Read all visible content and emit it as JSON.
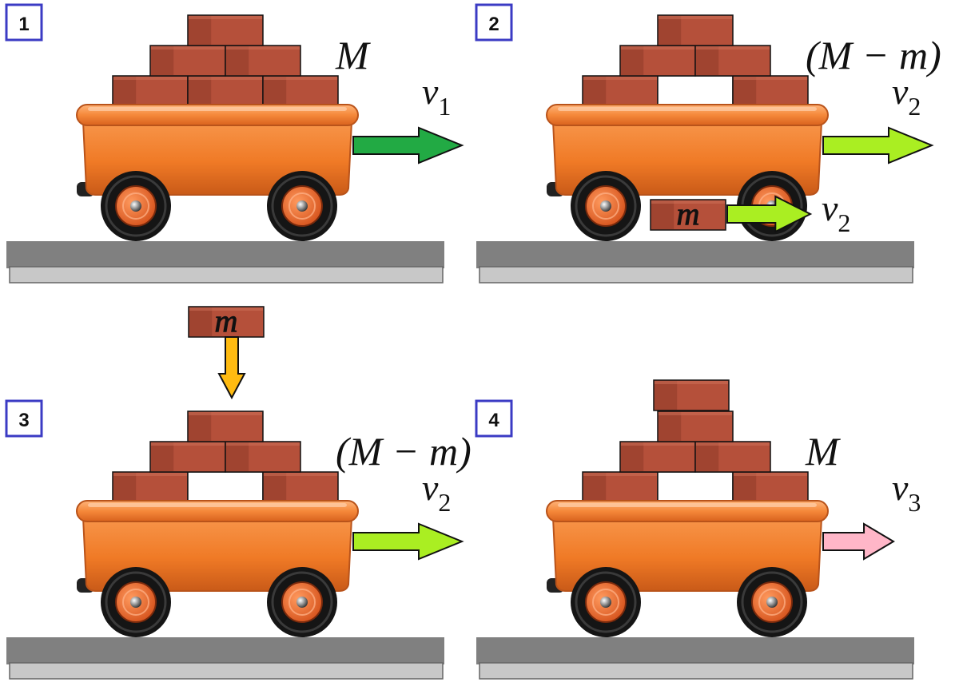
{
  "panels": [
    {
      "number": "1",
      "mass_label": "M",
      "velocity": {
        "symbol": "v",
        "subscript": "1"
      },
      "arrow_color": "#22aa44",
      "missing_brick": false,
      "extra_top_brick": false
    },
    {
      "number": "2",
      "mass_label": "(M − m)",
      "velocity": {
        "symbol": "v",
        "subscript": "2"
      },
      "arrow_color": "#aaee22",
      "missing_brick": true,
      "extra_top_brick": false,
      "ejected_brick": {
        "label": "m",
        "velocity": {
          "symbol": "v",
          "subscript": "2"
        },
        "arrow_color": "#aaee22"
      }
    },
    {
      "number": "3",
      "mass_label": "(M − m)",
      "velocity": {
        "symbol": "v",
        "subscript": "2"
      },
      "arrow_color": "#aaee22",
      "missing_brick": true,
      "extra_top_brick": false,
      "falling_brick": {
        "label": "m",
        "arrow_color": "#ffbb11"
      }
    },
    {
      "number": "4",
      "mass_label": "M",
      "velocity": {
        "symbol": "v",
        "subscript": "3"
      },
      "arrow_color": "#ffb6c8",
      "missing_brick": true,
      "extra_top_brick": true
    }
  ],
  "colors": {
    "badge_border": "#3b3bc4",
    "cart_body": "#f07a26",
    "cart_rim": "#f58a3a",
    "cart_shadow": "#b9531a",
    "brick": "#b5503a",
    "brick_dark": "#8e3a28",
    "wheel_tire": "#151515",
    "wheel_hub": "#e8632a",
    "ground_dark": "#808080",
    "ground_light": "#c8c8c8"
  }
}
